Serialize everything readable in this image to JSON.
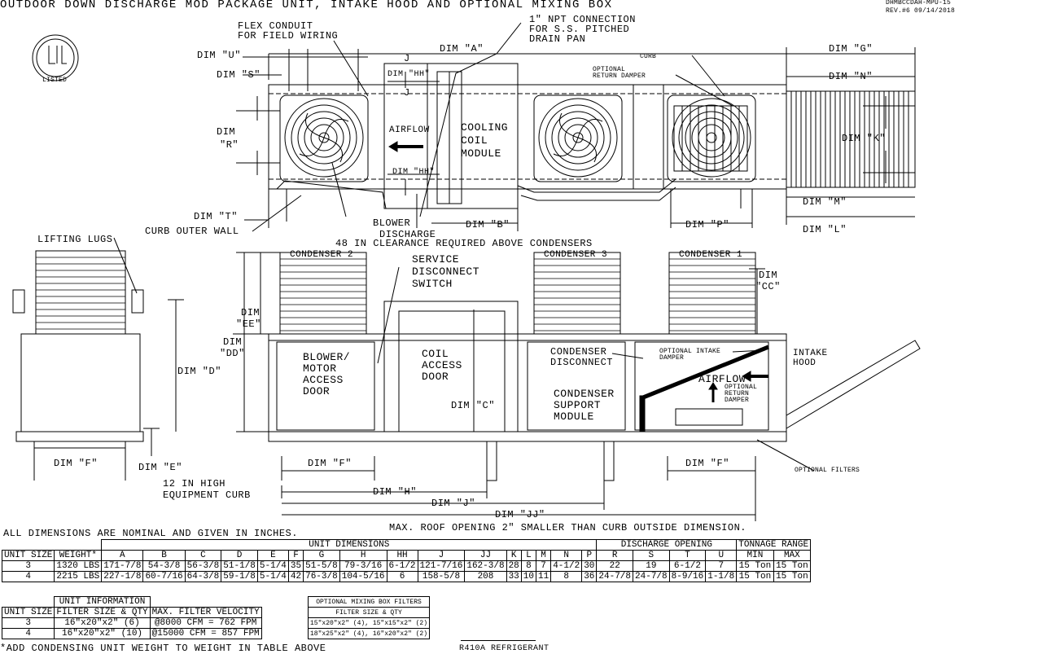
{
  "header": {
    "title": "OUTDOOR DOWN DISCHARGE MOD PACKAGE UNIT, INTAKE HOOD AND OPTIONAL MIXING BOX",
    "doc_id": "DHMBCCDAH-MPU-15",
    "revision": "REV.#6  09/14/2018",
    "logo_text": "LISTED"
  },
  "top_view": {
    "flex_conduit": "FLEX CONDUIT",
    "flex_conduit_2": "FOR FIELD WIRING",
    "npt": "1\" NPT CONNECTION",
    "npt_2": "FOR S.S. PITCHED",
    "npt_3": "DRAIN PAN",
    "dim_a": "DIM \"A\"",
    "dim_g": "DIM \"G\"",
    "dim_u": "DIM \"U\"",
    "dim_s": "DIM \"S\"",
    "dim_hh": "DIM \"HH\"",
    "dim_hh_2": "DIM \"HH\"",
    "dim_r": "DIM",
    "dim_r_2": "\"R\"",
    "airflow": "AIRFLOW",
    "cooling_coil": "COOLING",
    "cooling_coil_2": "COIL",
    "cooling_coil_3": "MODULE",
    "curb": "CURB",
    "opt_return": "OPTIONAL",
    "opt_return_2": "RETURN DAMPER",
    "dim_n": "DIM \"N\"",
    "dim_k": "DIM \"K\"",
    "dim_t": "DIM \"T\"",
    "curb_outer": "CURB OUTER WALL",
    "blower": "BLOWER",
    "blower_2": "DISCHARGE",
    "dim_b": "DIM \"B\"",
    "dim_m": "DIM \"M\"",
    "dim_p": "DIM \"P\"",
    "dim_l": "DIM \"L\"",
    "mark_j": "J",
    "mark_j2": "J"
  },
  "side_view": {
    "lifting_lugs": "LIFTING LUGS",
    "clearance": "48 IN CLEARANCE REQUIRED ABOVE CONDENSERS",
    "condenser2": "CONDENSER 2",
    "condenser3": "CONDENSER 3",
    "condenser1": "CONDENSER 1",
    "service": "SERVICE",
    "service_2": "DISCONNECT",
    "service_3": "SWITCH",
    "dim_cc": "DIM",
    "dim_cc_2": "\"CC\"",
    "dim_ee": "DIM",
    "dim_ee_2": "\"EE\"",
    "dim_dd": "DIM",
    "dim_dd_2": "\"DD\"",
    "dim_d": "DIM \"D\"",
    "blower_door": "BLOWER/",
    "blower_door_2": "MOTOR",
    "blower_door_3": "ACCESS",
    "blower_door_4": "DOOR",
    "coil_door": "COIL",
    "coil_door_2": "ACCESS",
    "coil_door_3": "DOOR",
    "dim_c": "DIM \"C\"",
    "cond_disc": "CONDENSER",
    "cond_disc_2": "DISCONNECT",
    "cond_support": "CONDENSER",
    "cond_support_2": "SUPPORT",
    "cond_support_3": "MODULE",
    "opt_intake": "OPTIONAL INTAKE",
    "opt_intake_2": "DAMPER",
    "airflow": "AIRFLOW",
    "opt_return": "OPTIONAL",
    "opt_return_2": "RETURN",
    "opt_return_3": "DAMPER",
    "intake_hood": "INTAKE",
    "intake_hood_2": "HOOD",
    "dim_f_left": "DIM \"F\"",
    "dim_e": "DIM \"E\"",
    "dim_f_mid": "DIM \"F\"",
    "dim_f_right": "DIM \"F\"",
    "opt_filters": "OPTIONAL FILTERS",
    "curb12": "12 IN HIGH",
    "curb12_2": "EQUIPMENT CURB",
    "dim_h": "DIM \"H\"",
    "dim_j": "DIM \"J\"",
    "dim_jj": "DIM \"JJ\""
  },
  "notes": {
    "nominal": "ALL DIMENSIONS ARE NOMINAL AND GIVEN IN INCHES.",
    "roof": "MAX. ROOF OPENING 2\" SMALLER THAN CURB OUTSIDE DIMENSION.",
    "add_weight": "*ADD CONDENSING UNIT WEIGHT TO WEIGHT IN TABLE ABOVE",
    "refrigerant": "R410A REFRIGERANT"
  },
  "dim_table": {
    "group_unit": "UNIT DIMENSIONS",
    "group_discharge": "DISCHARGE OPENING",
    "group_tonnage": "TONNAGE RANGE",
    "headers": [
      "UNIT SIZE",
      "WEIGHT*",
      "A",
      "B",
      "C",
      "D",
      "E",
      "F",
      "G",
      "H",
      "HH",
      "J",
      "JJ",
      "K",
      "L",
      "M",
      "N",
      "P",
      "R",
      "S",
      "T",
      "U",
      "MIN",
      "MAX"
    ],
    "rows": [
      [
        "3",
        "1320 LBS",
        "171-7/8",
        "54-3/8",
        "56-3/8",
        "51-1/8",
        "5-1/4",
        "35",
        "51-5/8",
        "79-3/16",
        "6-1/2",
        "121-7/16",
        "162-3/8",
        "28",
        "8",
        "7",
        "4-1/2",
        "30",
        "22",
        "19",
        "6-1/2",
        "7",
        "15 Ton",
        "15 Ton"
      ],
      [
        "4",
        "2215 LBS",
        "227-1/8",
        "60-7/16",
        "64-3/8",
        "59-1/8",
        "5-1/4",
        "42",
        "76-3/8",
        "104-5/16",
        "6",
        "158-5/8",
        "208",
        "33",
        "10",
        "11",
        "8",
        "36",
        "24-7/8",
        "24-7/8",
        "8-9/16",
        "1-1/8",
        "15 Ton",
        "15 Ton"
      ]
    ]
  },
  "unit_table": {
    "group": "UNIT INFORMATION",
    "headers": [
      "UNIT SIZE",
      "FILTER SIZE & QTY",
      "MAX. FILTER VELOCITY"
    ],
    "rows": [
      [
        "3",
        "16\"x20\"x2\" (6)",
        "@8000 CFM = 762 FPM"
      ],
      [
        "4",
        "16\"x20\"x2\" (10)",
        "@15000 CFM = 857 FPM"
      ]
    ]
  },
  "mix_table": {
    "title": "OPTIONAL MIXING BOX FILTERS",
    "header": "FILTER SIZE & QTY",
    "rows": [
      "15\"x20\"x2\" (4), 15\"x15\"x2\" (2)",
      "18\"x25\"x2\" (4), 16\"x20\"x2\" (2)"
    ]
  }
}
